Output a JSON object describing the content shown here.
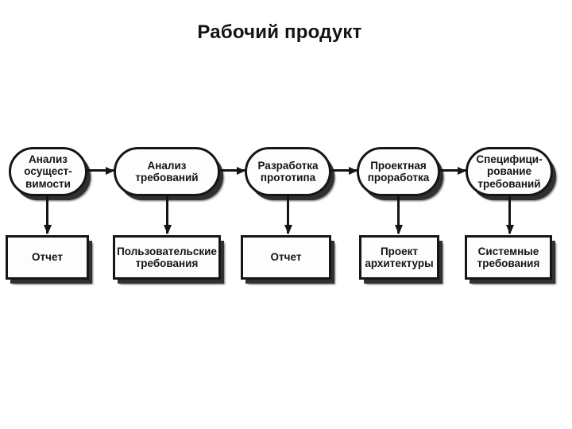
{
  "title": "Рабочий продукт",
  "stages": [
    {
      "label": "Анализ\nосущест-\nвимости"
    },
    {
      "label": "Анализ\nтребований"
    },
    {
      "label": "Разработка\nпрототипа"
    },
    {
      "label": "Проектная\nпроработка"
    },
    {
      "label": "Специфици-\nрование\nтребований"
    }
  ],
  "products": [
    {
      "label": "Отчет"
    },
    {
      "label": "Пользовательские\nтребования"
    },
    {
      "label": "Отчет"
    },
    {
      "label": "Проект\nархитектуры"
    },
    {
      "label": "Системные\nтребования"
    }
  ],
  "colors": {
    "ink": "#141414",
    "shadow": "#303030",
    "background": "#ffffff"
  }
}
